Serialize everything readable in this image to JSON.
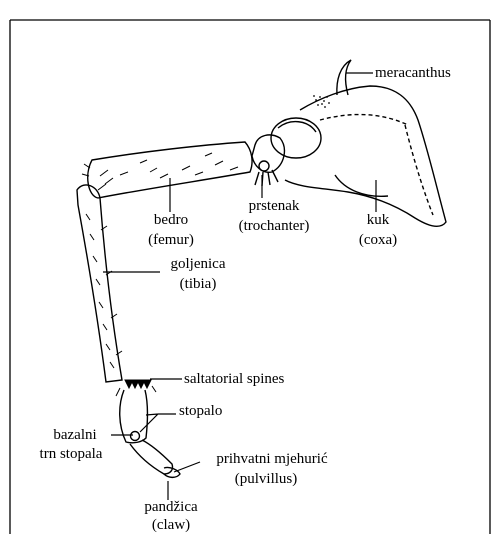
{
  "labels": {
    "meracanthus": "meracanthus",
    "bedro": "bedro",
    "femur": "(femur)",
    "prstenak": "prstenak",
    "trochanter": "(trochanter)",
    "kuk": "kuk",
    "coxa": "(coxa)",
    "goljenica": "goljenica",
    "tibia": "(tibia)",
    "saltatorial_spines": "saltatorial spines",
    "stopalo": "stopalo",
    "bazalni": "bazalni",
    "trn_stopala": "trn stopala",
    "prihvatni": "prihvatni mjehurić",
    "pulvillus": "(pulvillus)",
    "pandzica": "pandžica",
    "claw": "(claw)"
  },
  "colors": {
    "ink": "#000000",
    "background": "#ffffff"
  }
}
